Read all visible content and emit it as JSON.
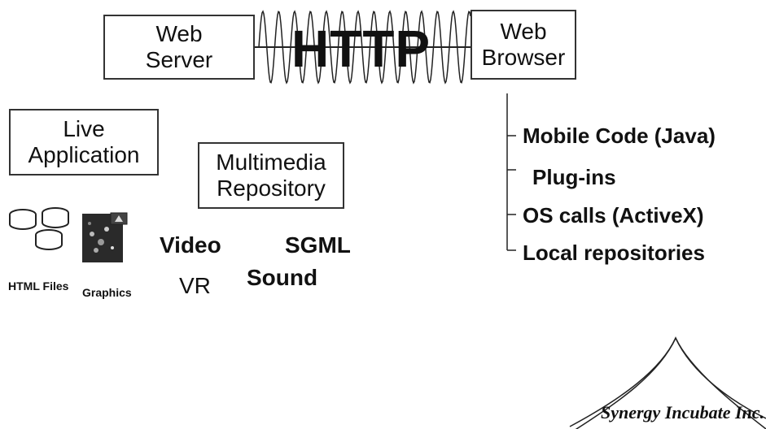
{
  "web_server": {
    "line1": "Web",
    "line2": "Server"
  },
  "http_label": "HTTP",
  "web_browser": {
    "line1": "Web",
    "line2": "Browser"
  },
  "live_application": {
    "line1": "Live",
    "line2": "Application"
  },
  "multimedia_repository": {
    "line1": "Multimedia",
    "line2": "Repository"
  },
  "media_labels": {
    "html_files": "HTML Files",
    "graphics": "Graphics",
    "video": "Video",
    "vr": "VR",
    "sgml": "SGML",
    "sound": "Sound"
  },
  "browser_features": [
    "Mobile Code (Java)",
    "Plug-ins",
    "OS calls (ActiveX)",
    "Local repositories"
  ],
  "logo_text": "Synergy Incubate Inc."
}
